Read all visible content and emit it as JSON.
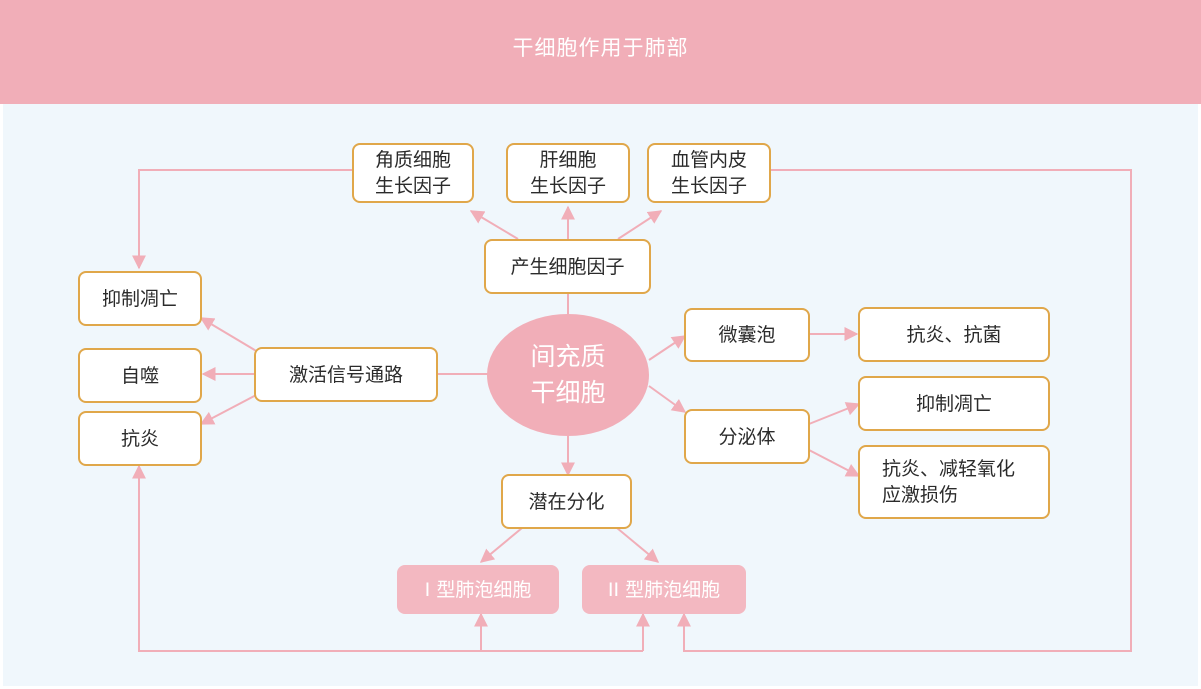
{
  "header": {
    "title": "干细胞作用于肺部"
  },
  "colors": {
    "header_bg": "#f1aeb8",
    "panel_bg": "#f0f7fc",
    "node_border": "#e0a74a",
    "arrow": "#f1aeb8",
    "cell_bg": "#f3b8c1"
  },
  "center": {
    "label": "间充质\n干细胞"
  },
  "nodes": {
    "keratinocyte_gf": "角质细胞\n生长因子",
    "hepatocyte_gf": "肝细胞\n生长因子",
    "vascular_endothelial_gf": "血管内皮\n生长因子",
    "produce_cytokines": "产生细胞因子",
    "inhibit_apoptosis_left": "抑制凋亡",
    "autophagy": "自噬",
    "anti_inflammatory_left": "抗炎",
    "activate_signaling": "激活信号通路",
    "microvesicles": "微囊泡",
    "anti_inflammatory_antibacterial": "抗炎、抗菌",
    "secretome": "分泌体",
    "inhibit_apoptosis_right": "抑制凋亡",
    "anti_inflammatory_oxidative": "抗炎、减轻氧化\n应激损伤",
    "potential_differentiation": "潜在分化",
    "type1_cell": "I 型肺泡细胞",
    "type2_cell": "II 型肺泡细胞"
  }
}
